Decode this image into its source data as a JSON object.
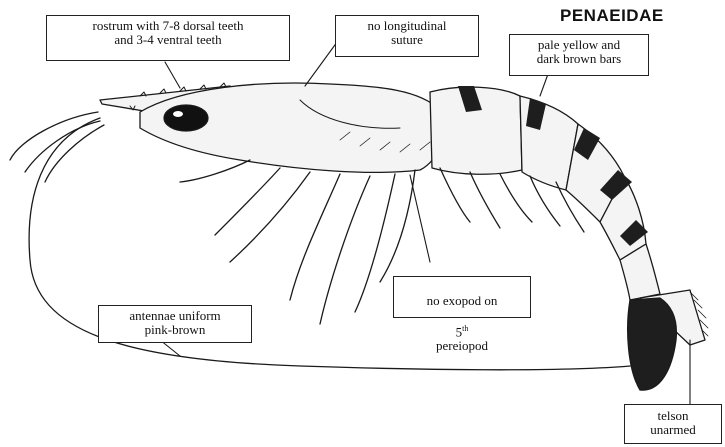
{
  "title": "PENAEIDAE",
  "labels": {
    "rostrum": "rostrum with 7-8 dorsal teeth\nand 3-4  ventral teeth",
    "suture": "no longitudinal\nsuture",
    "bars": "pale yellow and\ndark brown bars",
    "exopod_line1": "no exopod on",
    "exopod_ordinal": "5",
    "exopod_superscript": "th",
    "exopod_line2": "pereiopod",
    "antennae": "antennae uniform\npink-brown",
    "telson": "telson\nunarmed"
  },
  "colors": {
    "ink": "#1a1a1a",
    "shell": "#f4f4f4",
    "band": "#1e1e1e",
    "eye": "#111111"
  }
}
